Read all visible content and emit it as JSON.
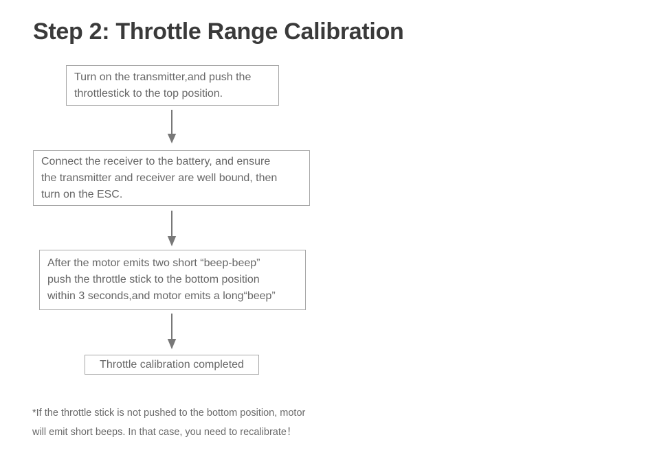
{
  "page": {
    "title": "Step 2: Throttle Range Calibration"
  },
  "flowchart": {
    "steps": [
      {
        "id": "step-1",
        "text": "Turn on the transmitter,and push the throttlestick to the top position.",
        "lines": [
          "Turn on the transmitter,and push the",
          "throttlestick to the top position."
        ]
      },
      {
        "id": "step-2",
        "text": "Connect the receiver to the battery, and ensure the transmitter and receiver are well bound, then turn on the ESC.",
        "lines": [
          "Connect the receiver to the battery, and ensure",
          "the transmitter and receiver are well bound, then",
          "turn on the ESC."
        ]
      },
      {
        "id": "step-3",
        "text": "After the motor emits two short “beep-beep” push the throttle stick to the bottom position within 3 seconds,and motor emits a long“beep”",
        "lines": [
          "After the motor emits two short “beep-beep”",
          "push the throttle stick to the bottom position",
          "within 3 seconds,and motor emits a long“beep”"
        ]
      },
      {
        "id": "step-4",
        "text": "Throttle calibration completed",
        "lines": [
          "Throttle calibration completed"
        ]
      }
    ],
    "connector_icon": "down-arrow"
  },
  "footnote": {
    "text": "*If the throttle stick is not pushed to the bottom position, motor will emit short beeps. In that case, you need to recalibrate！",
    "lines": [
      "*If the throttle stick is not pushed to the bottom position, motor",
      "will emit short beeps. In that case, you need to recalibrate！"
    ]
  },
  "colors": {
    "title-color": "#3a3a3a",
    "box-text": "#666666",
    "box-border": "#a6a6a6",
    "arrow-color": "#787878",
    "footnote-color": "#696969",
    "page-bg": "#ffffff"
  }
}
